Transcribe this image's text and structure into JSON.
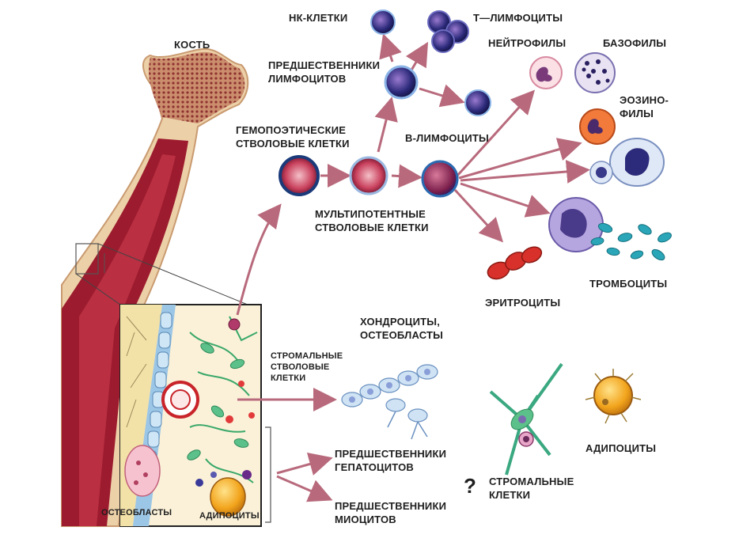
{
  "labels": {
    "bone": "КОСТЬ",
    "nk": "НК-КЛЕТКИ",
    "t_lymph": "Т—ЛИМФОЦИТЫ",
    "lymph_prec": "ПРЕДШЕСТВЕННИКИ\nЛИМФОЦИТОВ",
    "neutro": "НЕЙТРОФИЛЫ",
    "baso": "БАЗОФИЛЫ",
    "eosino": "ЭОЗИНО-\nФИЛЫ",
    "hsc": "ГЕМОПОЭТИЧЕСКИЕ\nСТВОЛОВЫЕ КЛЕТКИ",
    "b_lymph": "В-ЛИМФОЦИТЫ",
    "mpp": "МУЛЬТИПОТЕНТНЫЕ\nСТВОЛОВЫЕ КЛЕТКИ",
    "thrombo": "ТРОМБОЦИТЫ",
    "erythro": "ЭРИТРОЦИТЫ",
    "chondro": "ХОНДРОЦИТЫ,\nОСТЕОБЛАСТЫ",
    "stromal_stem": "СТРОМАЛЬНЫЕ\nСТВОЛОВЫЕ\nКЛЕТКИ",
    "hepato_prec": "ПРЕДШЕСТВЕННИКИ\nГЕПАТОЦИТОВ",
    "myo_prec": "ПРЕДШЕСТВЕННИКИ\nМИОЦИТОВ",
    "question": "?",
    "stromal": "СТРОМАЛЬНЫЕ\nКЛЕТКИ",
    "adipo": "АДИПОЦИТЫ",
    "osteoblasts_inset": "ОСТЕОБЛАСТЫ",
    "adipo_inset": "АДИПОЦИТЫ"
  },
  "colors": {
    "bone_tan": "#e9c9a0",
    "marrow_red": "#9c1b2e",
    "arrow": "#b86a7c",
    "lymph_blue": "#2c2a7a",
    "erythro_red": "#d8302a",
    "platelet_teal": "#2aa6b8"
  }
}
